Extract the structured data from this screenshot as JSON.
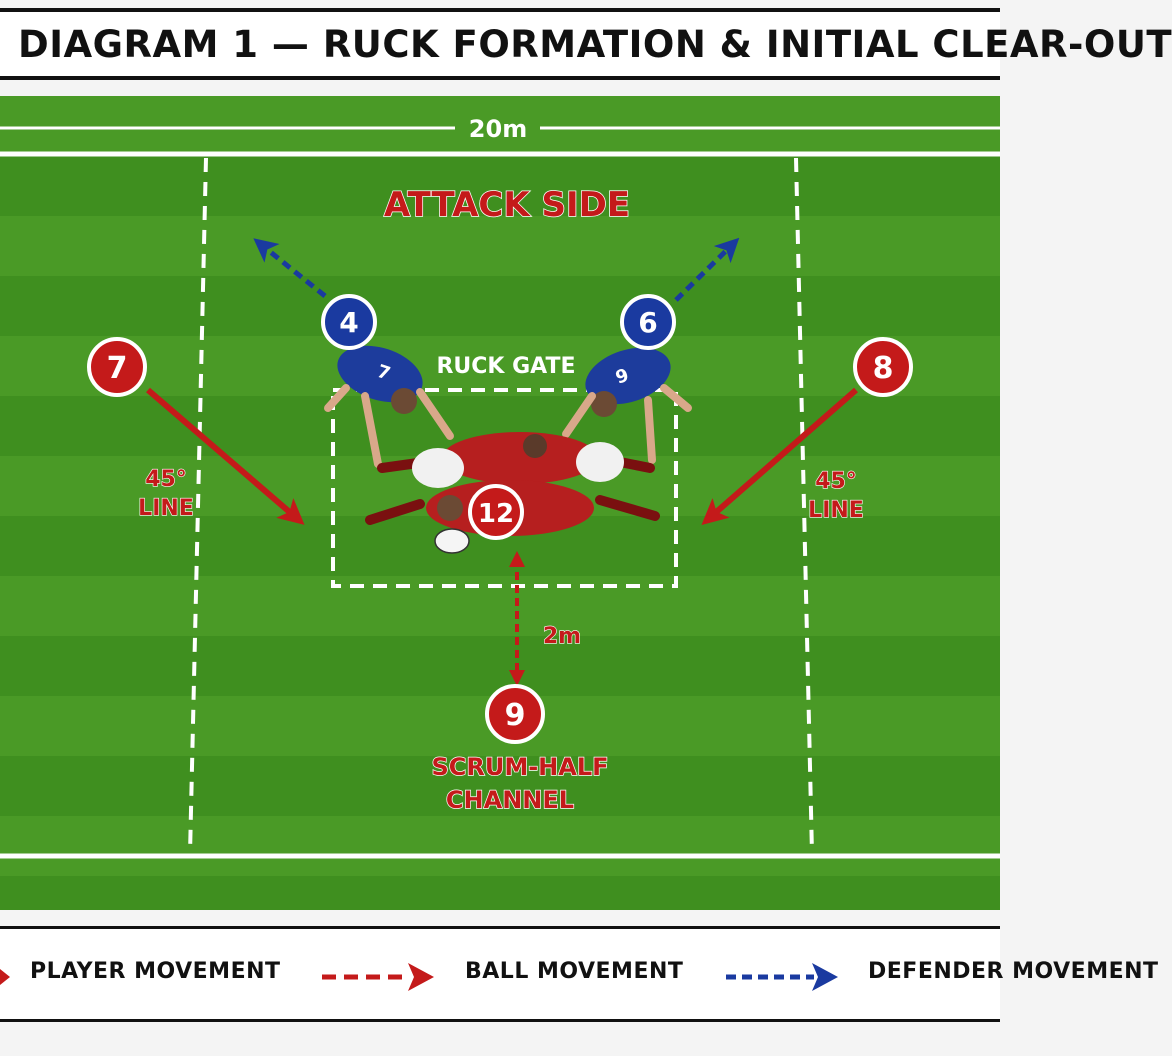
{
  "title": "DIAGRAM 1 — RUCK FORMATION & INITIAL CLEAR-OUT",
  "field_labels": {
    "width": "20m",
    "attack_side": "ATTACK SIDE",
    "ruck_gate": "RUCK GATE",
    "angle_left_1": "45°",
    "angle_left_2": "LINE",
    "angle_right_1": "45°",
    "angle_right_2": "LINE",
    "distance": "2m",
    "channel_1": "SCRUM-HALF",
    "channel_2": "CHANNEL"
  },
  "players": {
    "p4": "4",
    "p6": "6",
    "p7": "7",
    "p8": "8",
    "p9": "9",
    "p12": "12"
  },
  "legend": {
    "player_movement": "PLAYER MOVEMENT",
    "ball_movement": "BALL MOVEMENT",
    "defender_movement": "DEFENDER MOVEMENT"
  },
  "colors": {
    "grass": "#3f8f1f",
    "grass_stripe": "#4a9a26",
    "attack_red": "#c41a1a",
    "defense_blue": "#1a3aa0",
    "line_white": "#ffffff"
  }
}
